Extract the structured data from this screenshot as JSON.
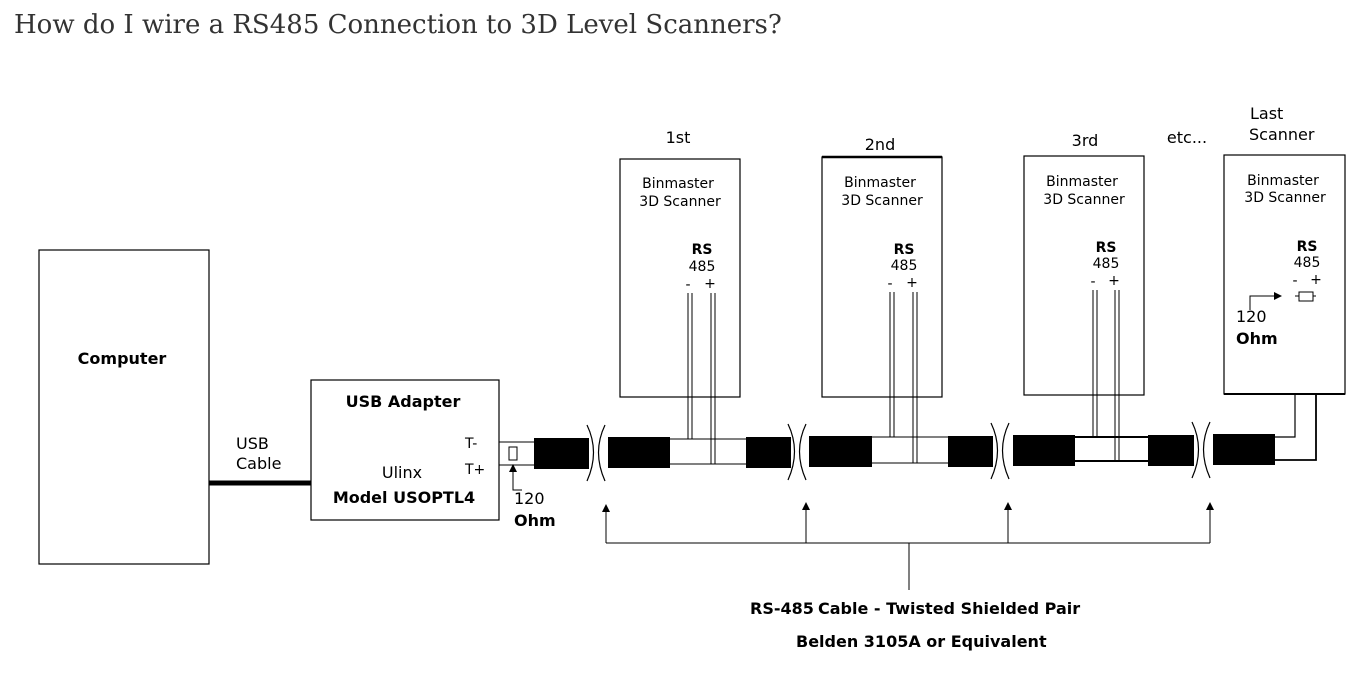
{
  "page": {
    "title": "How do I wire a RS485 Connection to 3D Level Scanners?"
  },
  "diagram": {
    "computer_label": "Computer",
    "usb_cable_label_1": "USB",
    "usb_cable_label_2": "Cable",
    "adapter_title": "USB Adapter",
    "adapter_model_1": "Ulinx",
    "adapter_model_2": "Model USOPTL4",
    "pin_t_minus": "T-",
    "pin_t_plus": "T+",
    "resistor_value": "120",
    "resistor_unit": "Ohm",
    "scanners": [
      {
        "position": "1st",
        "name_1": "Binmaster",
        "name_2": "3D Scanner",
        "port_1": "RS",
        "port_2": "485",
        "minus": "-",
        "plus": "+"
      },
      {
        "position": "2nd",
        "name_1": "Binmaster",
        "name_2": "3D Scanner",
        "port_1": "RS",
        "port_2": "485",
        "minus": "-",
        "plus": "+"
      },
      {
        "position": "3rd",
        "name_1": "Binmaster",
        "name_2": "3D Scanner",
        "port_1": "RS",
        "port_2": "485",
        "minus": "-",
        "plus": "+"
      },
      {
        "position_1": "Last",
        "position_2": "Scanner",
        "name_1": "Binmaster",
        "name_2": "3D Scanner",
        "port_1": "RS",
        "port_2": "485",
        "minus": "-",
        "plus": "+"
      }
    ],
    "etc_label": "etc...",
    "last_resistor_value": "120",
    "last_resistor_unit": "Ohm",
    "cable_label_1a": "RS-485",
    "cable_label_1b": "Cable - Twisted Shielded Pair",
    "cable_label_2": "Belden 3105A or Equivalent"
  }
}
